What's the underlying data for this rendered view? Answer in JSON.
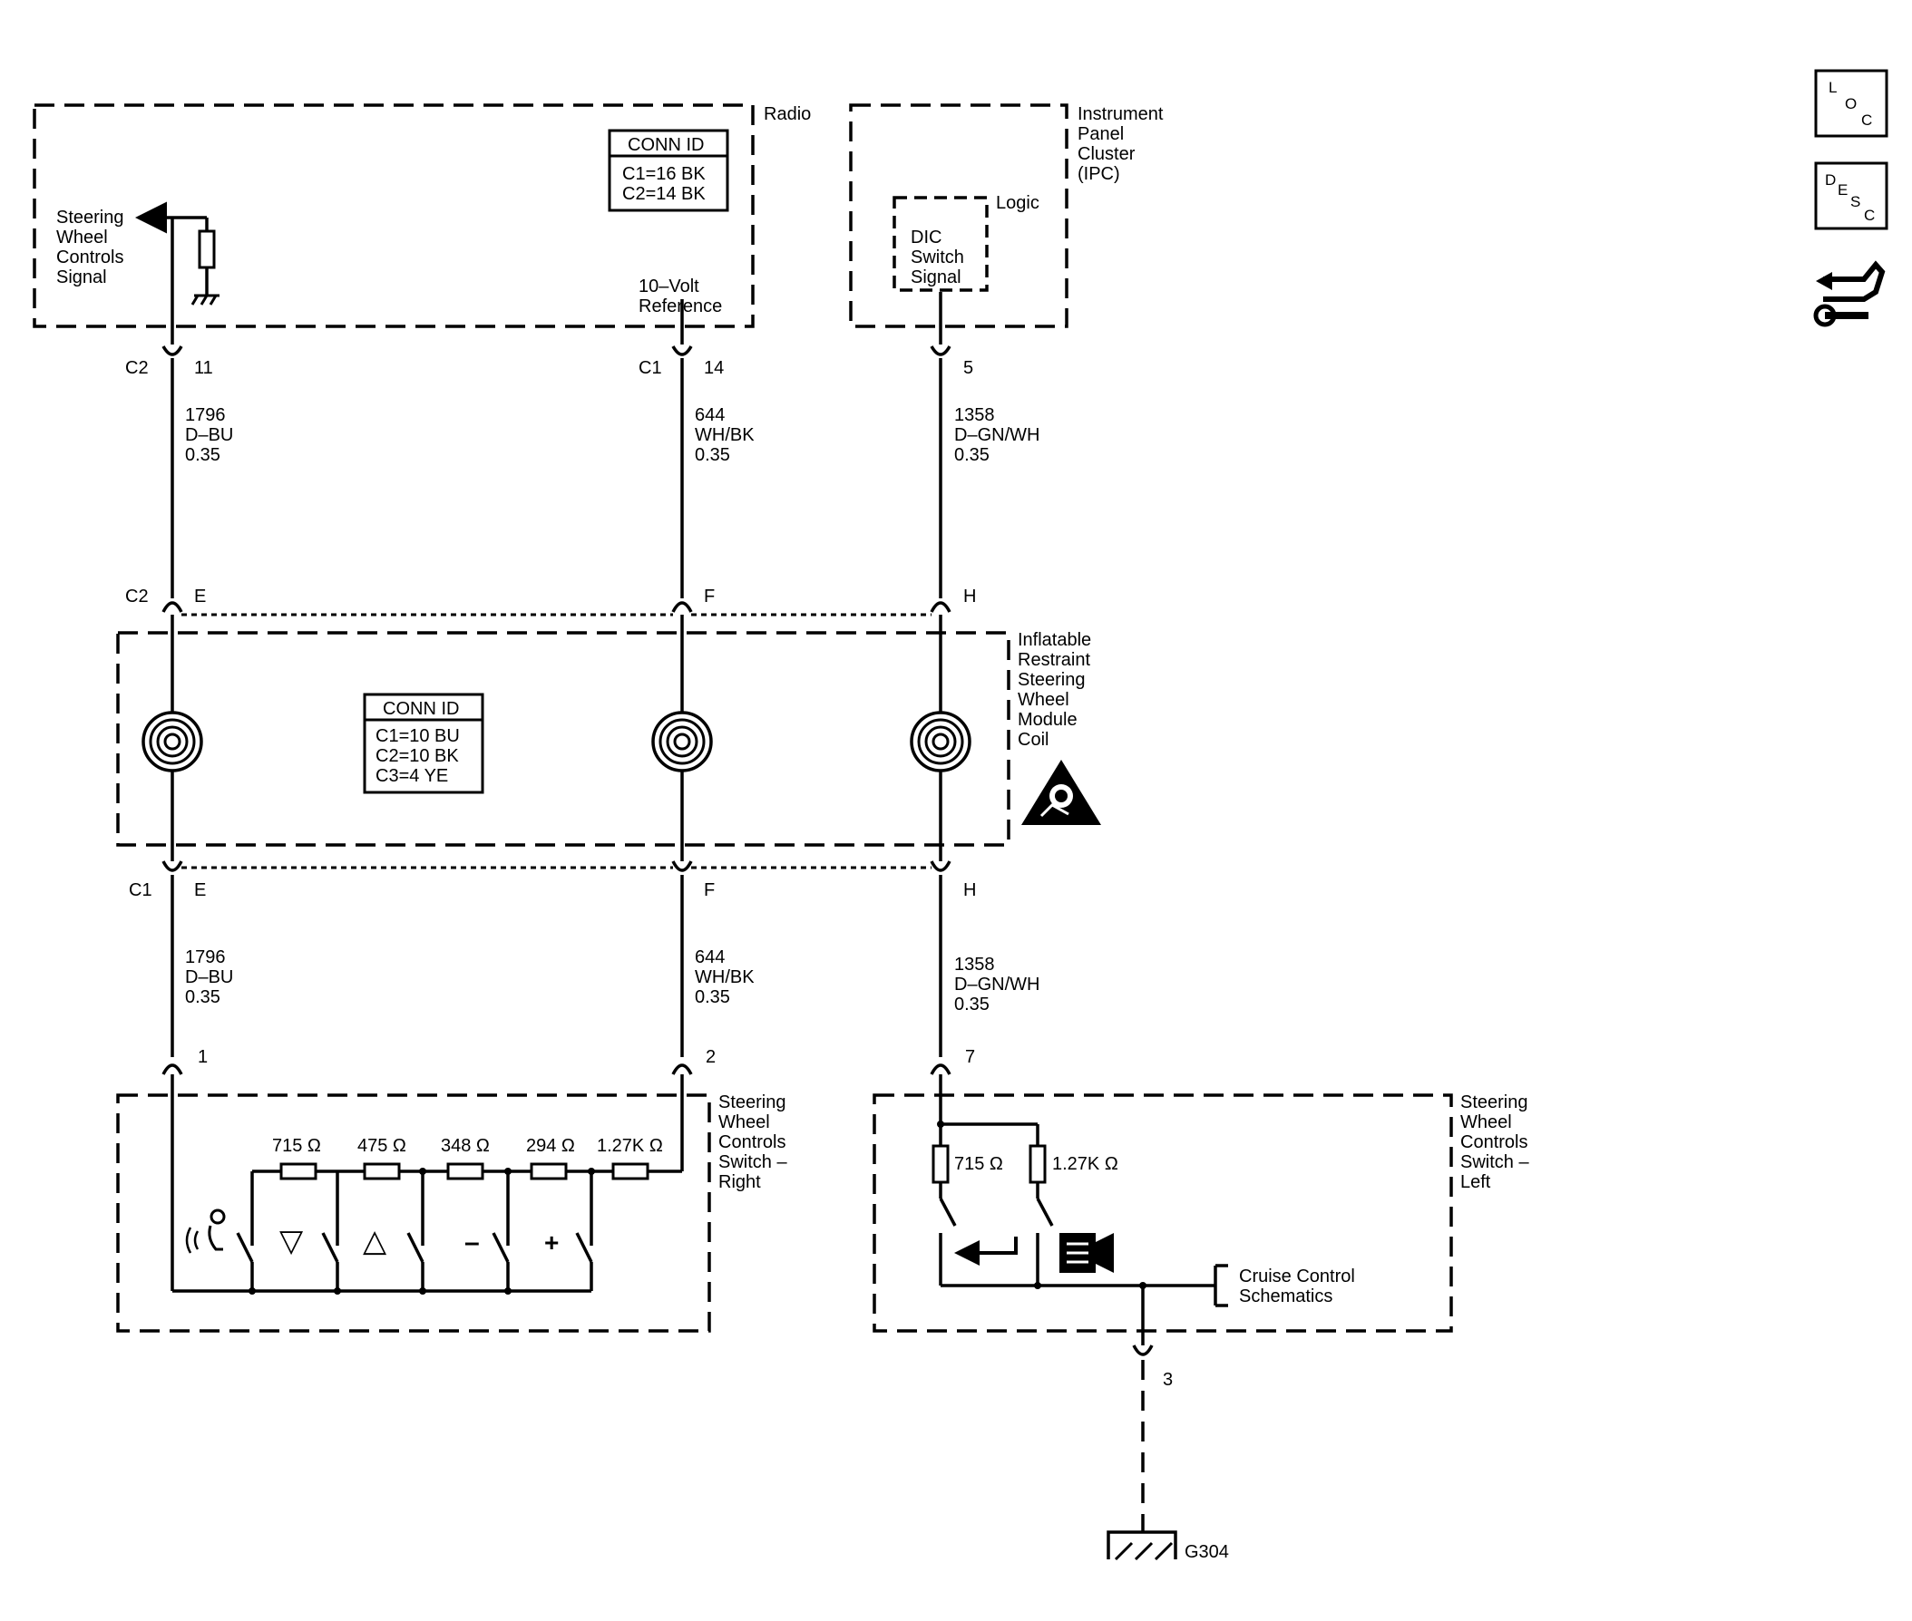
{
  "side_icons": {
    "loc": [
      "L",
      "O",
      "C"
    ],
    "desc": [
      "D",
      "E",
      "S",
      "C"
    ]
  },
  "radio": {
    "title": "Radio",
    "conn_id": {
      "header": "CONN ID",
      "rows": [
        "C1=16 BK",
        "C2=14 BK"
      ]
    },
    "signal_label": [
      "Steering",
      "Wheel",
      "Controls",
      "Signal"
    ],
    "reference_label": [
      "10–Volt",
      "Reference"
    ]
  },
  "ipc": {
    "title": [
      "Instrument",
      "Panel",
      "Cluster",
      "(IPC)"
    ],
    "logic_label": "Logic",
    "signal_label": [
      "DIC",
      "Switch",
      "Signal"
    ]
  },
  "upper_pins": {
    "left": {
      "connector": "C2",
      "pin": "11"
    },
    "middle": {
      "connector": "C1",
      "pin": "14"
    },
    "right": {
      "pin": "5"
    }
  },
  "upper_wires": {
    "left": [
      "1796",
      "D–BU",
      "0.35"
    ],
    "middle": [
      "644",
      "WH/BK",
      "0.35"
    ],
    "right": [
      "1358",
      "D–GN/WH",
      "0.35"
    ]
  },
  "coil_top_pins": {
    "connector": "C2",
    "left": "E",
    "middle": "F",
    "right": "H"
  },
  "coil": {
    "title": [
      "Inflatable",
      "Restraint",
      "Steering",
      "Wheel",
      "Module",
      "Coil"
    ],
    "conn_id": {
      "header": "CONN ID",
      "rows": [
        "C1=10 BU",
        "C2=10 BK",
        "C3=4 YE"
      ]
    }
  },
  "coil_bottom_pins": {
    "connector": "C1",
    "left": "E",
    "middle": "F",
    "right": "H"
  },
  "lower_wires": {
    "left": [
      "1796",
      "D–BU",
      "0.35"
    ],
    "middle": [
      "644",
      "WH/BK",
      "0.35"
    ],
    "right": [
      "1358",
      "D–GN/WH",
      "0.35"
    ]
  },
  "switch_pins": {
    "left": "1",
    "middle": "2",
    "right": "7",
    "ground": "3"
  },
  "switch_right": {
    "title": [
      "Steering",
      "Wheel",
      "Controls",
      "Switch –",
      "Right"
    ],
    "resistors": [
      "715 Ω",
      "475 Ω",
      "348 Ω",
      "294 Ω",
      "1.27K Ω"
    ],
    "button_glyphs": [
      "▽",
      "△",
      "–",
      "+"
    ]
  },
  "switch_left": {
    "title": [
      "Steering",
      "Wheel",
      "Controls",
      "Switch –",
      "Left"
    ],
    "resistors": [
      "715 Ω",
      "1.27K Ω"
    ],
    "cruise_label": [
      "Cruise Control",
      "Schematics"
    ]
  },
  "ground": {
    "label": "G304"
  }
}
